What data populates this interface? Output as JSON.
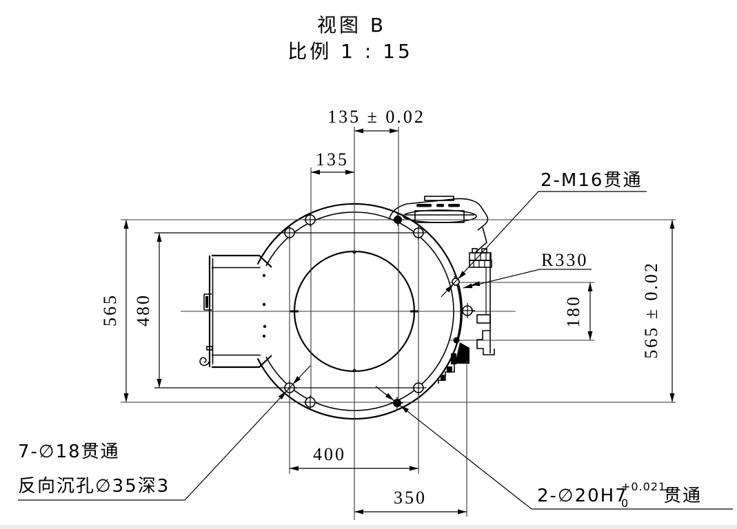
{
  "title": {
    "view": "视图 B",
    "scale": "比例 1 : 15"
  },
  "dims": {
    "d135_tol": "135 ± 0.02",
    "d135": "135",
    "d565": "565",
    "d480": "480",
    "d565_tol": "565 ± 0.02",
    "d180": "180",
    "d400": "400",
    "d350": "350",
    "r330": "R330"
  },
  "labels": {
    "m16": "2-M16贯通",
    "d18_line1": "7-∅18贯通",
    "d18_line2": "反向沉孔∅35深3",
    "h7_main": "2-∅20H7",
    "h7_sup": "+0.021",
    "h7_sub": "0",
    "h7_tail": "贯通"
  },
  "colors": {
    "ink": "#000000",
    "bg": "#ffffff"
  }
}
